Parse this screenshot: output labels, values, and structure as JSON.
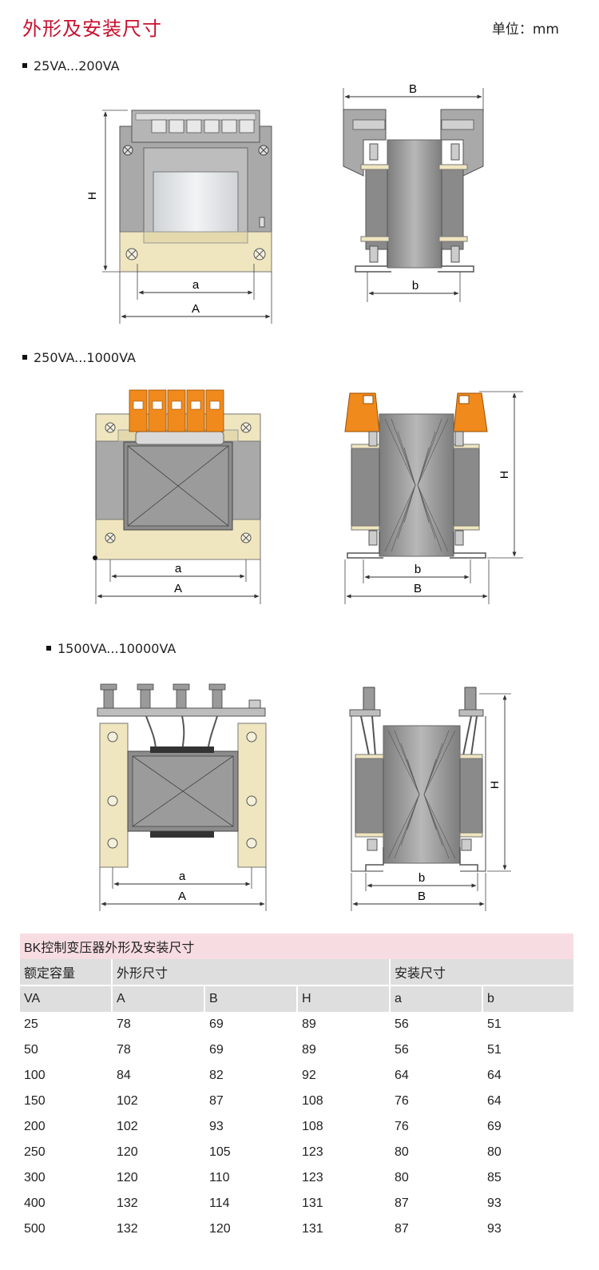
{
  "page": {
    "title": "外形及安装尺寸",
    "unit": "单位：mm"
  },
  "sections": [
    {
      "label": "25VA...200VA"
    },
    {
      "label": "250VA...1000VA"
    },
    {
      "label": "1500VA...10000VA"
    }
  ],
  "dims": {
    "A": "A",
    "B": "B",
    "H": "H",
    "a": "a",
    "b": "b"
  },
  "table": {
    "caption": "BK控制变压器外形及安装尺寸",
    "group_headers": [
      "额定容量",
      "外形尺寸",
      "安装尺寸"
    ],
    "columns": [
      "VA",
      "A",
      "B",
      "H",
      "a",
      "b"
    ],
    "rows": [
      [
        "25",
        "78",
        "69",
        "89",
        "56",
        "51"
      ],
      [
        "50",
        "78",
        "69",
        "89",
        "56",
        "51"
      ],
      [
        "100",
        "84",
        "82",
        "92",
        "64",
        "64"
      ],
      [
        "150",
        "102",
        "87",
        "108",
        "76",
        "64"
      ],
      [
        "200",
        "102",
        "93",
        "108",
        "76",
        "69"
      ],
      [
        "250",
        "120",
        "105",
        "123",
        "80",
        "80"
      ],
      [
        "300",
        "120",
        "110",
        "123",
        "80",
        "85"
      ],
      [
        "400",
        "132",
        "114",
        "131",
        "87",
        "93"
      ],
      [
        "500",
        "132",
        "120",
        "131",
        "87",
        "93"
      ]
    ]
  },
  "colors": {
    "title": "#c8102e",
    "frame_gray": "#a9a9a9",
    "core_gray": "#8a8a8a",
    "cream": "#efe6bf",
    "terminal_orange": "#f08a1c",
    "caption_bg": "#f7dde2",
    "header_bg": "#dedede"
  }
}
